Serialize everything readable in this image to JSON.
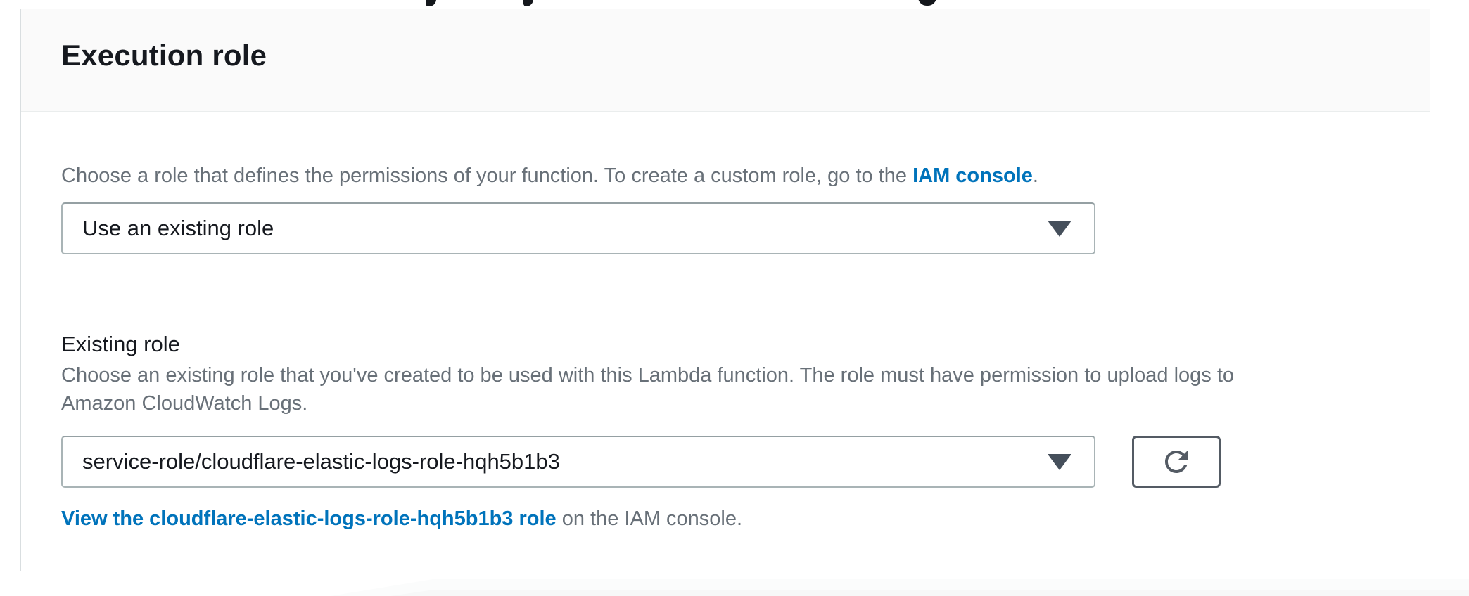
{
  "panel": {
    "title": "Execution role"
  },
  "role_source": {
    "description": "Choose a role that defines the permissions of your function. To create a custom role, go to the ",
    "link_text": "IAM console",
    "description_suffix": ".",
    "select_value": "Use an existing role"
  },
  "existing_role": {
    "label": "Existing role",
    "description_line1": "Choose an existing role that you've created to be used with this Lambda function. The role must have permission to upload logs to",
    "description_line2": "Amazon CloudWatch Logs.",
    "select_value": "service-role/cloudflare-elastic-logs-role-hqh5b1b3",
    "view_link_text": "View the cloudflare-elastic-logs-role-hqh5b1b3 role",
    "view_link_suffix": " on the IAM console."
  },
  "icons": {
    "dropdown_caret": "caret-down-icon",
    "refresh": "refresh-icon"
  },
  "colors": {
    "link_blue": "#0073bb",
    "heading_text": "#16191f",
    "secondary_text": "#687078",
    "select_border": "#a9b4b6",
    "button_border": "#545b64",
    "header_bg": "#fafafa"
  }
}
